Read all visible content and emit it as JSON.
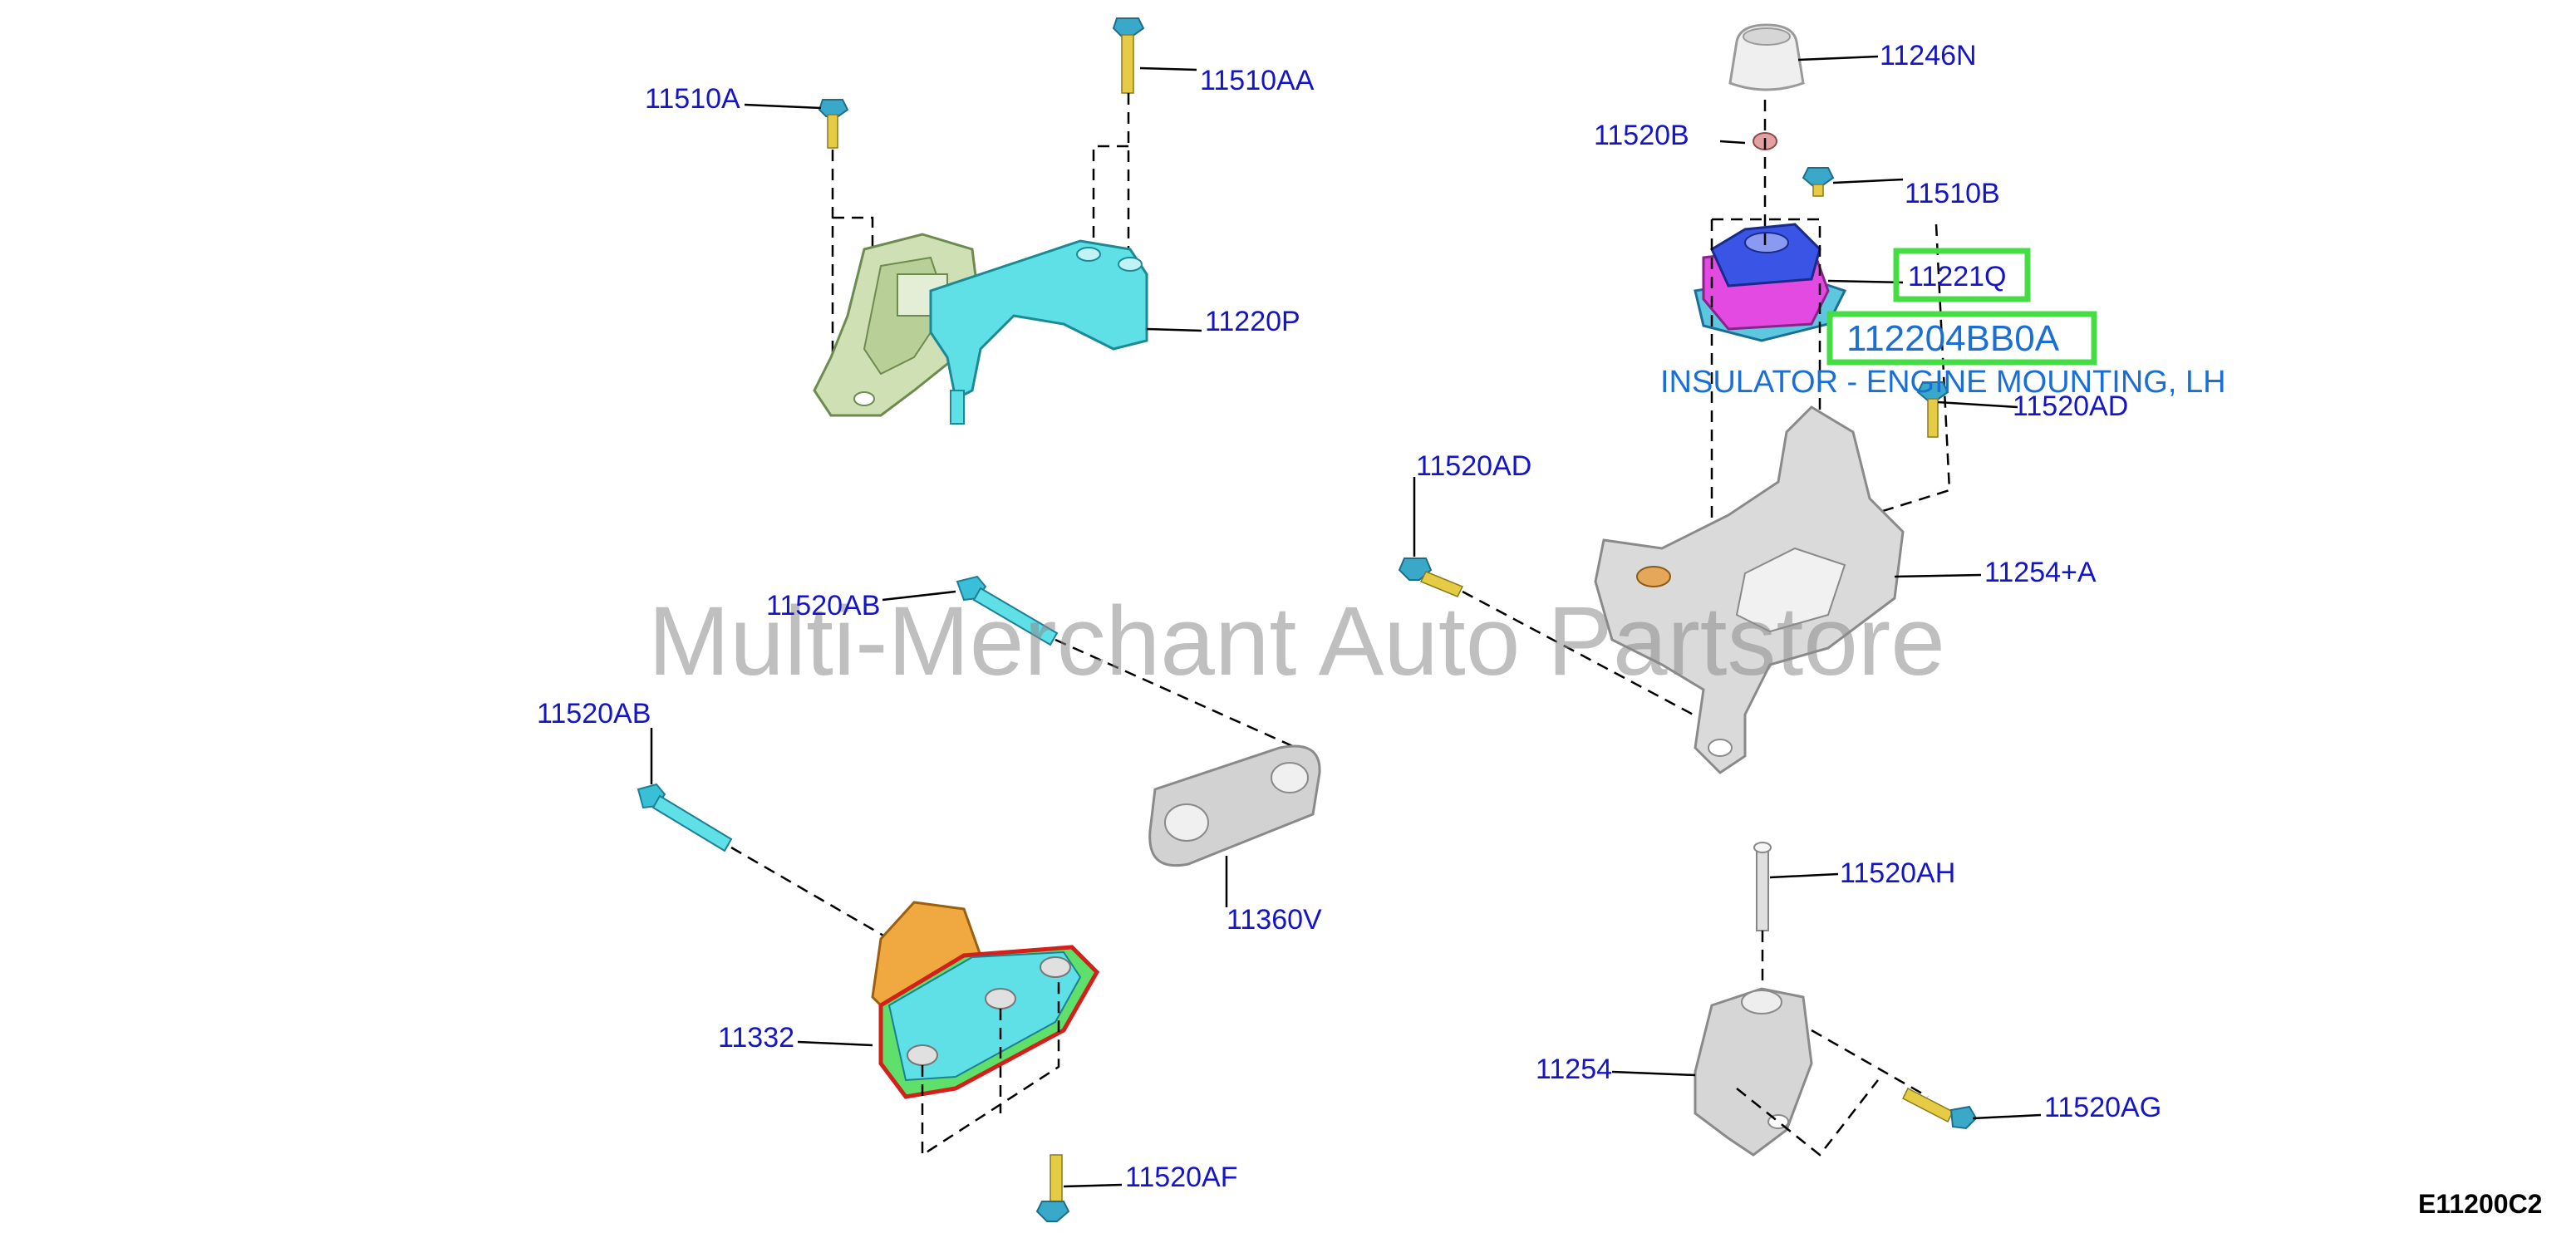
{
  "watermark": "Multi-Merchant Auto Partstore",
  "diagram_code": "E11200C2",
  "callouts": {
    "p11510A": "11510A",
    "p11510AA": "11510AA",
    "p11220P": "11220P",
    "p11246N": "11246N",
    "p11520B": "11520B",
    "p11510B": "11510B",
    "p11221Q": "11221Q",
    "p11520AD_right": "11520AD",
    "p11520AD_left": "11520AD",
    "p11254A": "11254+A",
    "p11520AB_top": "11520AB",
    "p11520AB_left": "11520AB",
    "p11360V": "11360V",
    "p11332": "11332",
    "p11520AF": "11520AF",
    "p11520AH": "11520AH",
    "p11254": "11254",
    "p11520AG": "11520AG"
  },
  "selected_part": {
    "part_number": "112204BB0A",
    "description": "INSULATOR - ENGINE MOUNTING, LH"
  },
  "colors": {
    "callout_text": "#1414c8",
    "selected_text": "#1a6fd6",
    "highlight_box": "#44dd44",
    "watermark": "#8c8c8c"
  }
}
